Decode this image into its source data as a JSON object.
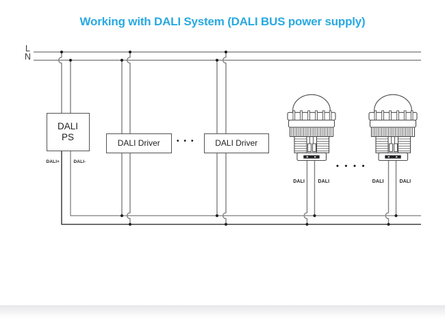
{
  "title": "Working with DALI System (DALI BUS power supply)",
  "colors": {
    "title_accent": "#29a9e1",
    "mains_wire": "#8a8a8a",
    "device_wire": "#7f7f7f",
    "dali_bus_upper": "#8a8a8a",
    "dali_bus_lower": "#2e2e30",
    "junction_dot": "#1f1f21",
    "box_border": "#525254",
    "label_text": "#232022"
  },
  "power": {
    "l": "L",
    "n": "N"
  },
  "ps": {
    "line1": "DALI",
    "line2": "PS",
    "out_pos": "DALI+",
    "out_neg": "DALI-"
  },
  "drivers": {
    "d1": "DALI Driver",
    "d2": "DALI Driver",
    "ellipsis": "•••"
  },
  "lamps": {
    "ellipsis": "••••",
    "l1_left": "DALI",
    "l1_right": "DALI",
    "l2_left": "DALI",
    "l2_right": "DALI"
  }
}
